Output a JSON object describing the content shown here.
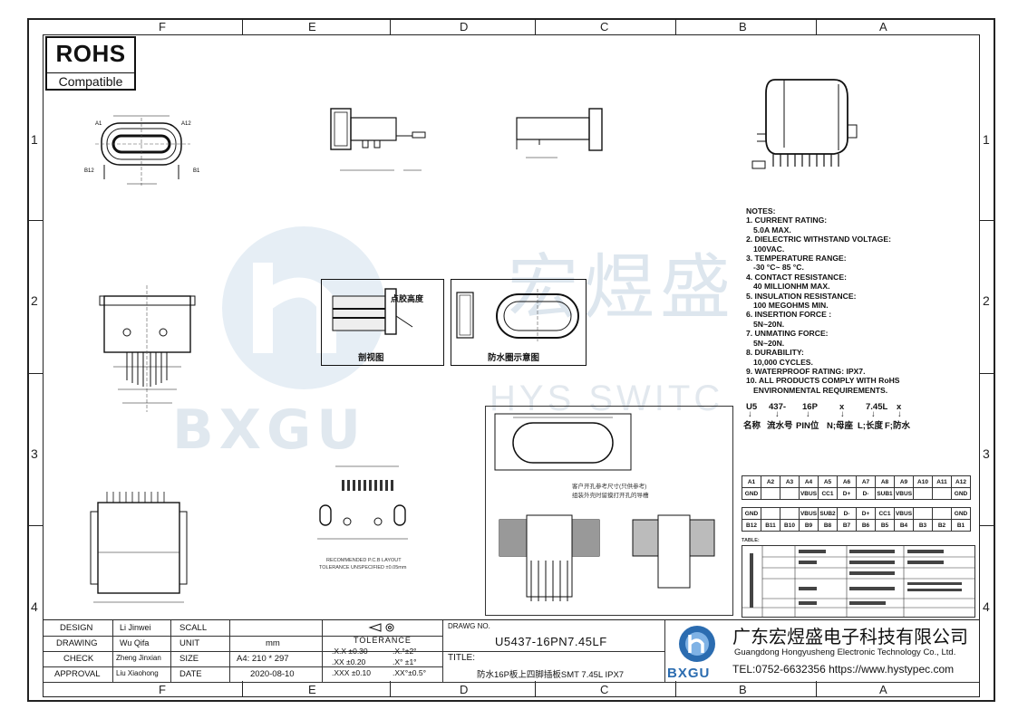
{
  "zones": {
    "columns": [
      "F",
      "E",
      "D",
      "C",
      "B",
      "A"
    ],
    "rows": [
      "1",
      "2",
      "3",
      "4"
    ]
  },
  "rohs": {
    "title": "ROHS",
    "subtitle": "Compatible"
  },
  "notes": {
    "heading": "NOTES:",
    "items": [
      "1. CURRENT RATING:",
      "5.0A MAX.",
      "2. DIELECTRIC WITHSTAND VOLTAGE:",
      "100VAC.",
      "3. TEMPERATURE RANGE:",
      "-30 °C~ 85 °C.",
      "4. CONTACT RESISTANCE:",
      "40 MILLIONHM MAX.",
      "5. INSULATION RESISTANCE:",
      "100 MEGOHMS MIN.",
      "6. INSERTION FORCE :",
      "5N~20N.",
      "7. UNMATING FORCE:",
      "5N~20N.",
      "8. DURABILITY:",
      "10,000 CYCLES.",
      "9. WATERPROOF RATING: IPX7.",
      "10. ALL PRODUCTS COMPLY WITH RoHS",
      "ENVIRONMENTAL REQUIREMENTS."
    ]
  },
  "part_code": {
    "segments": [
      "U5",
      "437-",
      "16P",
      "x",
      "7.45L",
      "x"
    ],
    "arrows": [
      "↓",
      "↓",
      "↓",
      "↓",
      "↓",
      "↓"
    ],
    "descriptions": [
      "名称",
      "流水号",
      "PIN位",
      "N;母座",
      "L;长度",
      "F;防水"
    ]
  },
  "pin_table": {
    "top_header": [
      "A1",
      "A2",
      "A3",
      "A4",
      "A5",
      "A6",
      "A7",
      "A8",
      "A9",
      "A10",
      "A11",
      "A12"
    ],
    "top_signals": [
      "GND",
      "",
      "",
      "VBUS",
      "CC1",
      "D+",
      "D-",
      "SUB1",
      "VBUS",
      "",
      "",
      "GND"
    ],
    "bottom_signals": [
      "GND",
      "",
      "",
      "VBUS",
      "SUB2",
      "D-",
      "D+",
      "CC1",
      "VBUS",
      "",
      "",
      "GND"
    ],
    "bottom_header": [
      "B12",
      "B11",
      "B10",
      "B9",
      "B8",
      "B7",
      "B6",
      "B5",
      "B4",
      "B3",
      "B2",
      "B1"
    ]
  },
  "section_labels": {
    "section_view": "剖视图",
    "waterproof_view": "防水圈示意图",
    "glue_height": "点胶高度",
    "pcb_layout": "RECOMMENDED P.C.B LAYOUT",
    "tolerance_note": "TOLERANCE UNSPECIFIED ±0.05mm",
    "panel_note_1": "客户开孔参考尺寸(只供参考)",
    "panel_note_2": "组装外壳时留摸打开孔的导槽",
    "table_label": "TABLE:"
  },
  "title_block": {
    "labels": [
      "DESIGN",
      "DRAWING",
      "CHECK",
      "APPROVAL"
    ],
    "names": [
      "Li Jinwei",
      "Wu Qifa",
      "Zheng Jinxian",
      "Liu Xiaohong"
    ],
    "fields": [
      "SCALL",
      "UNIT",
      "SIZE",
      "DATE"
    ],
    "values": [
      "",
      "mm",
      "A4: 210 * 297",
      "2020-08-10"
    ],
    "tolerance_title": "TOLERANCE",
    "tolerance_rows": [
      [
        ".X.X  ±0.30",
        ".X.°±2°"
      ],
      [
        ".XX  ±0.20",
        ".X° ±1°"
      ],
      [
        ".XXX  ±0.10",
        ".XX°±0.5°"
      ]
    ],
    "drawing_no_label": "DRAWG NO.",
    "drawing_no": "U5437-16PN7.45LF",
    "title_label": "TITLE:",
    "title": "防水16P板上四脚插板SMT 7.45L IPX7",
    "company_cn": "广东宏煜盛电子科技有限公司",
    "company_en": "Guangdong Hongyusheng Electronic Technology Co., Ltd.",
    "contact": "TEL:0752-6632356  https://www.hystypec.com",
    "logo_text": "BXGU"
  },
  "watermark": {
    "cn": "宏煜盛",
    "en": "HYS SWITC",
    "logo": "BXGU"
  },
  "colors": {
    "ink": "#111111",
    "watermark": "#dde6ee",
    "logo_blue": "#2b6cb0"
  }
}
